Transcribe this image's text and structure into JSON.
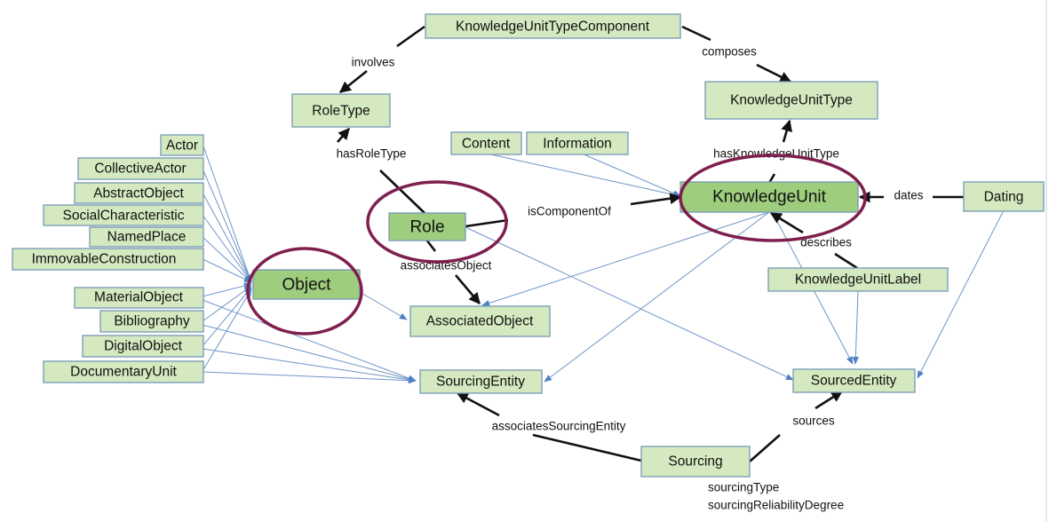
{
  "diagram": {
    "colors": {
      "node_fill": "#d4e9c0",
      "main_node_fill": "#9dcd7d",
      "node_border": "#7d9fb8",
      "blue_edge": "#6f95c8",
      "black_edge": "#111111",
      "highlight": "#7e1f4f"
    },
    "nodes": {
      "knowledge_unit_type_component": "KnowledgeUnitTypeComponent",
      "role_type": "RoleType",
      "knowledge_unit_type": "KnowledgeUnitType",
      "content": "Content",
      "information": "Information",
      "knowledge_unit": "KnowledgeUnit",
      "dating": "Dating",
      "role": "Role",
      "object": "Object",
      "associated_object": "AssociatedObject",
      "knowledge_unit_label": "KnowledgeUnitLabel",
      "sourcing_entity": "SourcingEntity",
      "sourced_entity": "SourcedEntity",
      "sourcing": "Sourcing",
      "subtypes": [
        "Actor",
        "CollectiveActor",
        "AbstractObject",
        "SocialCharacteristic",
        "NamedPlace",
        "ImmovableConstruction",
        "MaterialObject",
        "Bibliography",
        "DigitalObject",
        "DocumentaryUnit"
      ]
    },
    "relations": {
      "involves": "involves",
      "composes": "composes",
      "has_role_type": "hasRoleType",
      "has_knowledge_unit_type": "hasKnowledgeUnitType",
      "is_component_of": "isComponentOf",
      "dates": "dates",
      "describes": "describes",
      "associates_object": "associatesObject",
      "associates_sourcing_entity": "associatesSourcingEntity",
      "sources": "sources"
    },
    "attributes": {
      "sourcing": [
        "sourcingType",
        "sourcingReliabilityDegree"
      ]
    }
  }
}
